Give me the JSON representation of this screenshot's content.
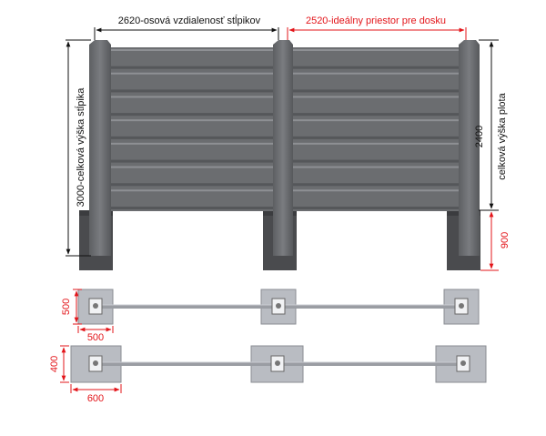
{
  "labels": {
    "post_spacing": "2620-osová vzdialenosť stĺpikov",
    "board_space": "2520-ideálny priestor pre dosku",
    "post_height": "3000-celková výška stĺpika",
    "fence_height_value": "2400",
    "fence_height_text": "celková výška plota",
    "foundation_depth": "900",
    "row1_height": "500",
    "row1_width": "500",
    "row2_height": "400",
    "row2_width": "600"
  },
  "colors": {
    "panel": "#6b6d70",
    "panel_dark": "#55575a",
    "foundation": "#4a4b4e",
    "footprint": "#b9bcc2",
    "footprint_edge": "#8a8d93",
    "dim_black": "#111111",
    "dim_red": "#e3151a"
  },
  "diagram": {
    "board_count": 7
  }
}
